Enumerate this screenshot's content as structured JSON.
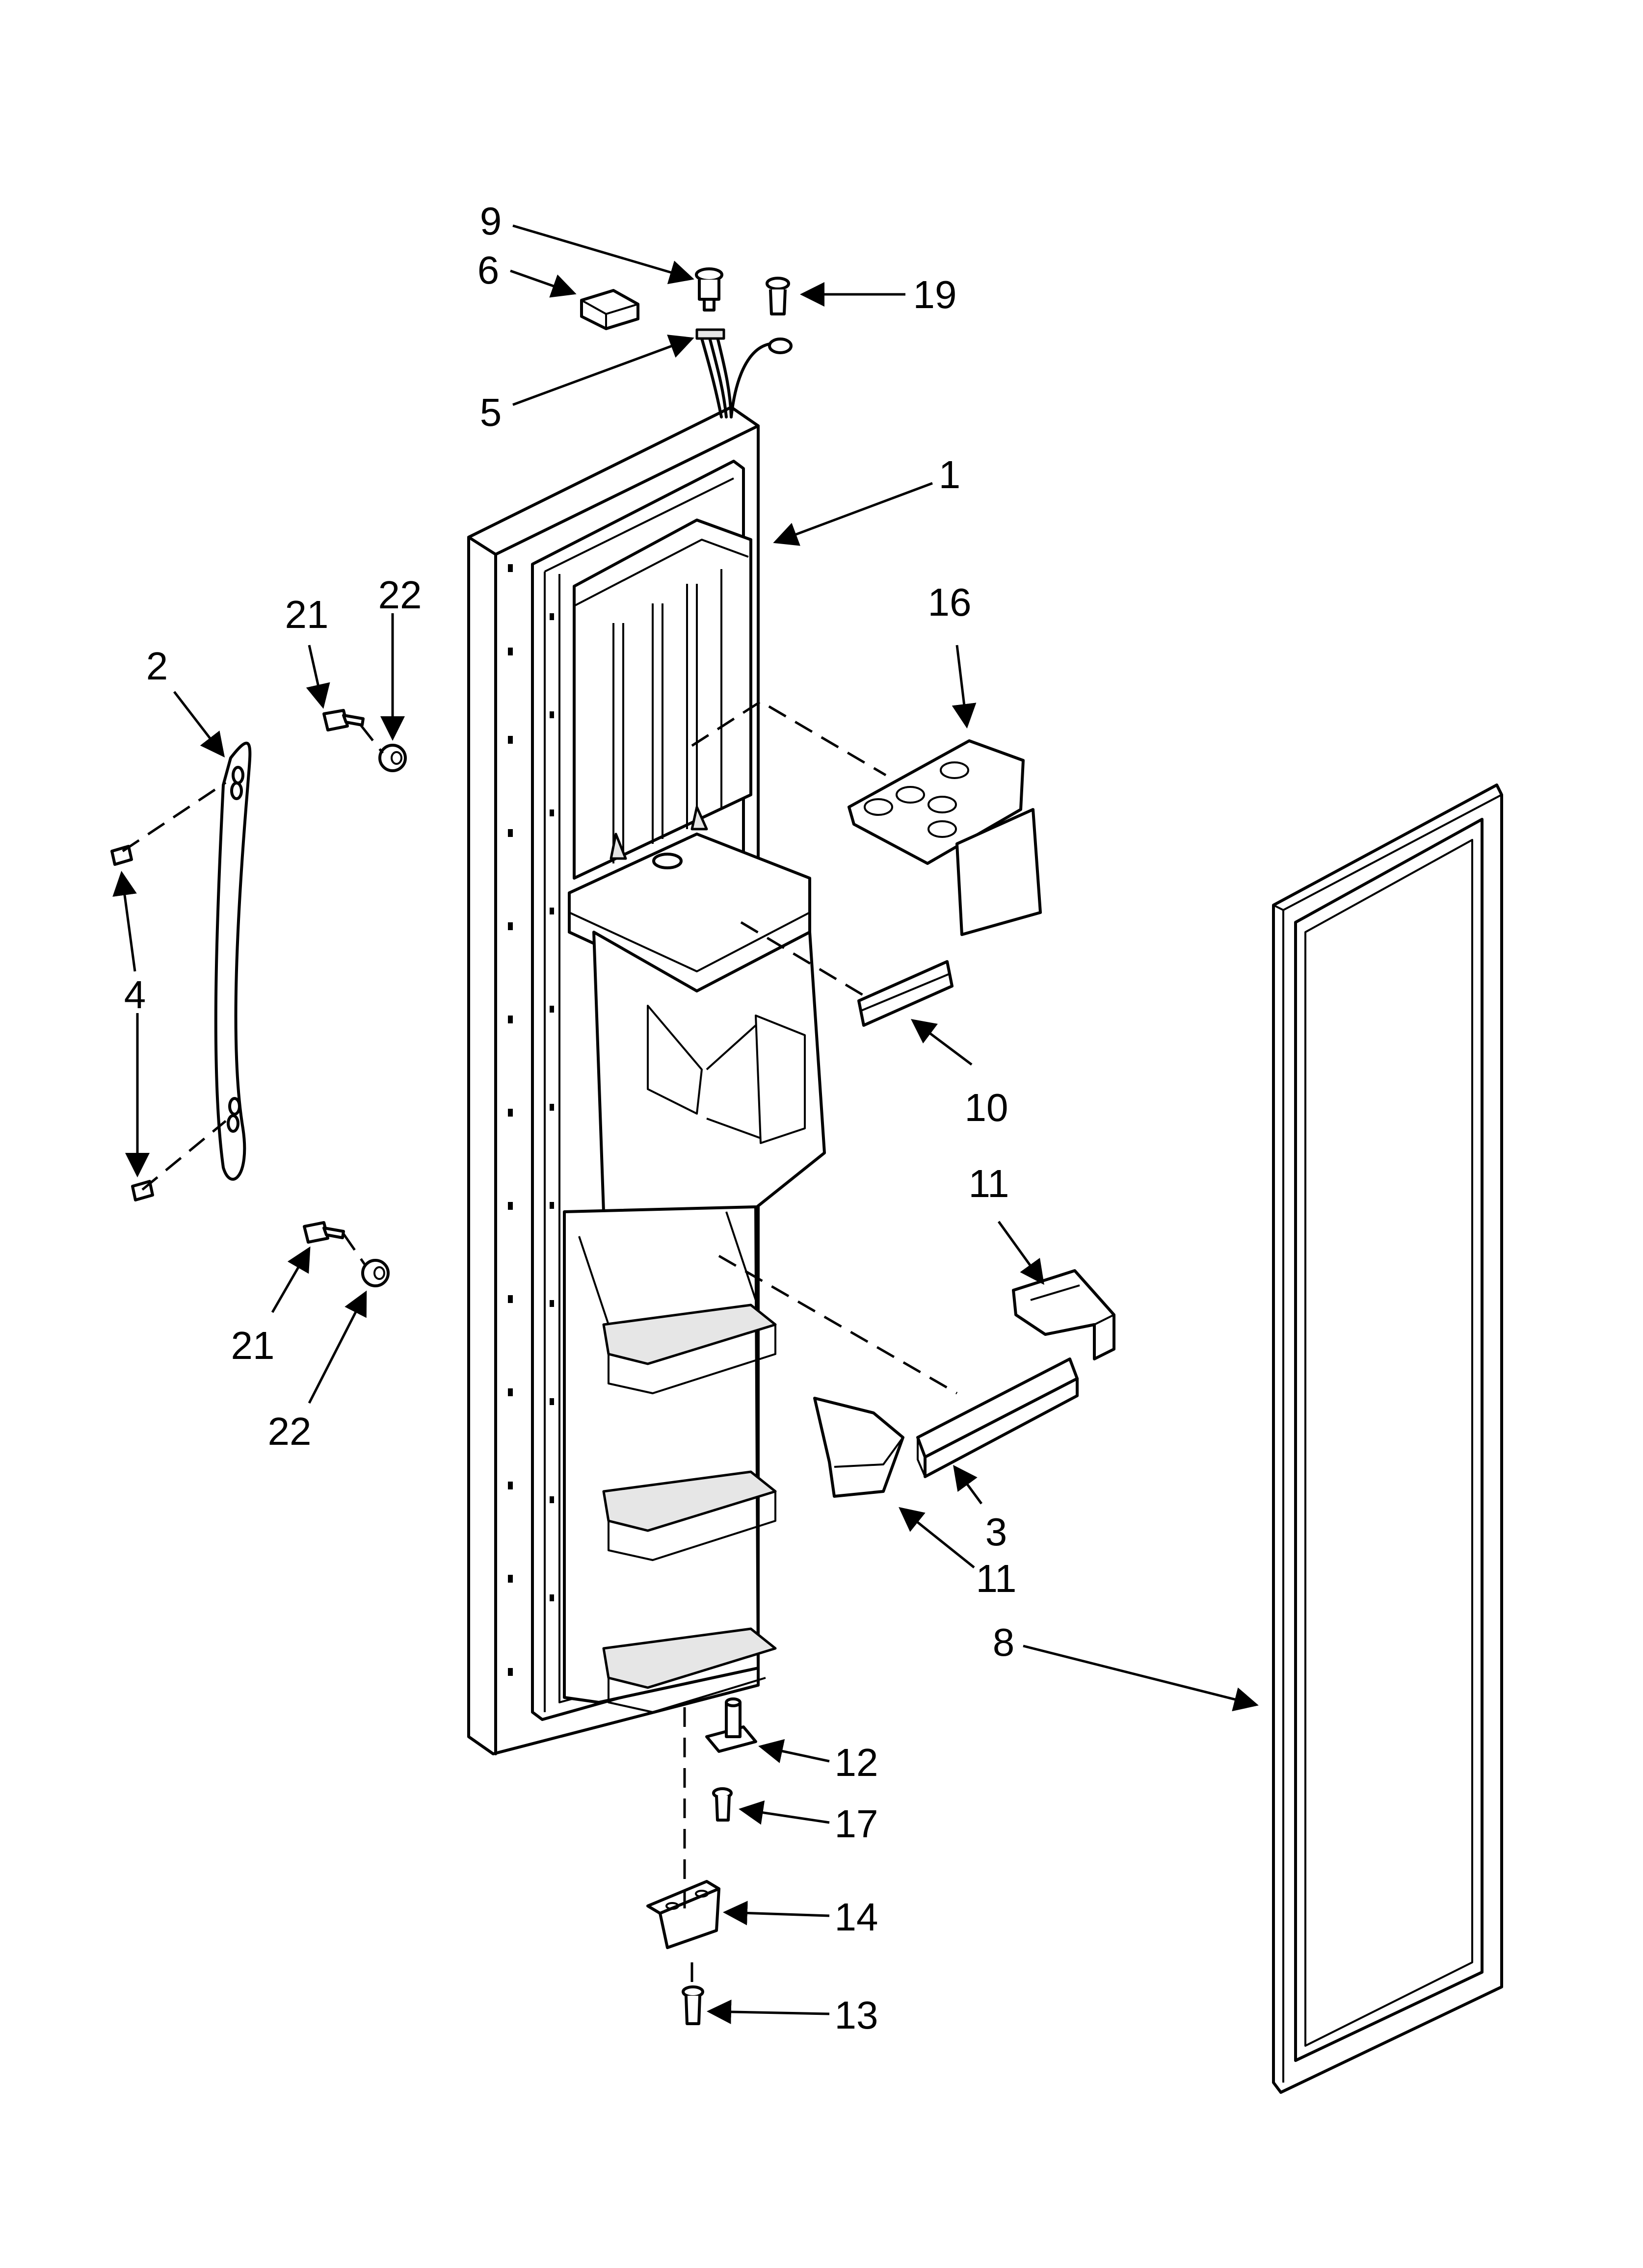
{
  "callouts": [
    {
      "id": "c9",
      "label": "9"
    },
    {
      "id": "c6",
      "label": "6"
    },
    {
      "id": "c19",
      "label": "19"
    },
    {
      "id": "c5",
      "label": "5"
    },
    {
      "id": "c1",
      "label": "1"
    },
    {
      "id": "c21a",
      "label": "21"
    },
    {
      "id": "c22a",
      "label": "22"
    },
    {
      "id": "c16",
      "label": "16"
    },
    {
      "id": "c2",
      "label": "2"
    },
    {
      "id": "c4",
      "label": "4"
    },
    {
      "id": "c10",
      "label": "10"
    },
    {
      "id": "c11a",
      "label": "11"
    },
    {
      "id": "c21b",
      "label": "21"
    },
    {
      "id": "c22b",
      "label": "22"
    },
    {
      "id": "c3",
      "label": "3"
    },
    {
      "id": "c11b",
      "label": "11"
    },
    {
      "id": "c8",
      "label": "8"
    },
    {
      "id": "c12",
      "label": "12"
    },
    {
      "id": "c17",
      "label": "17"
    },
    {
      "id": "c14",
      "label": "14"
    },
    {
      "id": "c13",
      "label": "13"
    }
  ]
}
